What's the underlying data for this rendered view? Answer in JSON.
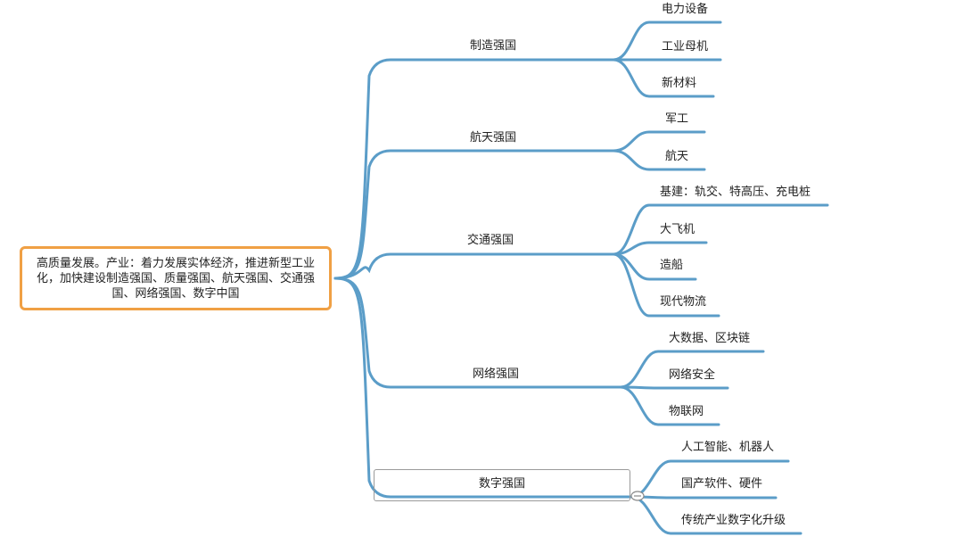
{
  "root": {
    "text": "高质量发展。产业：着力发展实体经济，推进新型工业化，加快建设制造强国、质量强国、航天强国、交通强国、网络强国、数字中国"
  },
  "branches": [
    {
      "label": "制造强国",
      "children": [
        "电力设备",
        "工业母机",
        "新材料"
      ]
    },
    {
      "label": "航天强国",
      "children": [
        "军工",
        "航天"
      ]
    },
    {
      "label": "交通强国",
      "children": [
        "基建：轨交、特高压、充电桩",
        "大飞机",
        "造船",
        "现代物流"
      ]
    },
    {
      "label": "网络强国",
      "children": [
        "大数据、区块链",
        "网络安全",
        "物联网"
      ]
    },
    {
      "label": "数字强国",
      "children": [
        "人工智能、机器人",
        "国产软件、硬件",
        "传统产业数字化升级"
      ]
    }
  ],
  "colors": {
    "line": "#5b9dc8",
    "root_border": "#f0a044",
    "selection": "#9a9a9a"
  },
  "icons": {
    "collapse": "collapse-toggle-icon"
  }
}
